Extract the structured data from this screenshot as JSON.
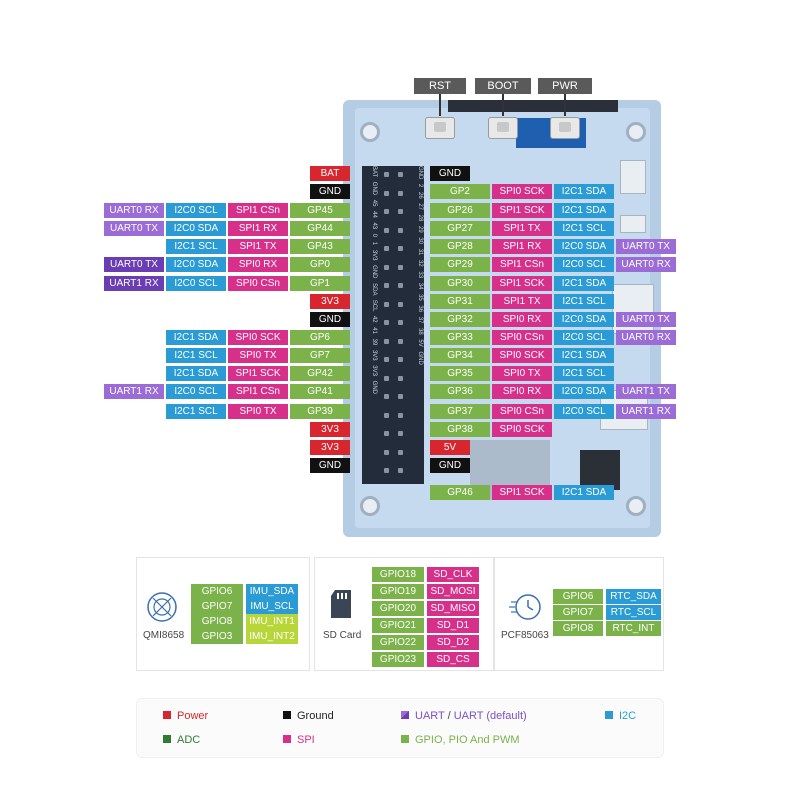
{
  "buttons": [
    "RST",
    "BOOT",
    "PWR"
  ],
  "left_rows": [
    [
      {
        "t": "BAT",
        "c": "pwr"
      }
    ],
    [
      {
        "t": "GND",
        "c": "gnd"
      }
    ],
    [
      {
        "t": "UART0 RX",
        "c": "uart"
      },
      {
        "t": "I2C0 SCL",
        "c": "i2c"
      },
      {
        "t": "SPI1 CSn",
        "c": "spi"
      },
      {
        "t": "GP45",
        "c": "gp"
      }
    ],
    [
      {
        "t": "UART0 TX",
        "c": "uart"
      },
      {
        "t": "I2C0 SDA",
        "c": "i2c"
      },
      {
        "t": "SPI1 RX",
        "c": "spi"
      },
      {
        "t": "GP44",
        "c": "gp"
      }
    ],
    [
      {
        "t": "I2C1 SCL",
        "c": "i2c"
      },
      {
        "t": "SPI1 TX",
        "c": "spi"
      },
      {
        "t": "GP43",
        "c": "gp"
      }
    ],
    [
      {
        "t": "UART0 TX",
        "c": "uartd"
      },
      {
        "t": "I2C0 SDA",
        "c": "i2c"
      },
      {
        "t": "SPI0 RX",
        "c": "spi"
      },
      {
        "t": "GP0",
        "c": "gp"
      }
    ],
    [
      {
        "t": "UART1 RX",
        "c": "uartd"
      },
      {
        "t": "I2C0 SCL",
        "c": "i2c"
      },
      {
        "t": "SPI0 CSn",
        "c": "spi"
      },
      {
        "t": "GP1",
        "c": "gp"
      }
    ],
    [
      {
        "t": "3V3",
        "c": "pwr"
      }
    ],
    [
      {
        "t": "GND",
        "c": "gnd"
      }
    ],
    [
      {
        "t": "I2C1 SDA",
        "c": "i2c"
      },
      {
        "t": "SPI0 SCK",
        "c": "spi"
      },
      {
        "t": "GP6",
        "c": "gp"
      }
    ],
    [
      {
        "t": "I2C1 SCL",
        "c": "i2c"
      },
      {
        "t": "SPI0 TX",
        "c": "spi"
      },
      {
        "t": "GP7",
        "c": "gp"
      }
    ],
    [
      {
        "t": "I2C1 SDA",
        "c": "i2c"
      },
      {
        "t": "SPI1 SCK",
        "c": "spi"
      },
      {
        "t": "GP42",
        "c": "gp"
      }
    ],
    [
      {
        "t": "UART1 RX",
        "c": "uart"
      },
      {
        "t": "I2C0 SCL",
        "c": "i2c"
      },
      {
        "t": "SPI1 CSn",
        "c": "spi"
      },
      {
        "t": "GP41",
        "c": "gp"
      }
    ],
    [
      {
        "t": "I2C1 SCL",
        "c": "i2c"
      },
      {
        "t": "SPI0 TX",
        "c": "spi"
      },
      {
        "t": "GP39",
        "c": "gp"
      }
    ],
    [
      {
        "t": "3V3",
        "c": "pwr"
      }
    ],
    [
      {
        "t": "3V3",
        "c": "pwr"
      }
    ],
    [
      {
        "t": "GND",
        "c": "gnd"
      }
    ]
  ],
  "right_rows": [
    [
      {
        "t": "GND",
        "c": "gnd"
      }
    ],
    [
      {
        "t": "GP2",
        "c": "gp"
      },
      {
        "t": "SPI0 SCK",
        "c": "spi"
      },
      {
        "t": "I2C1 SDA",
        "c": "i2c"
      }
    ],
    [
      {
        "t": "GP26",
        "c": "gp"
      },
      {
        "t": "SPI1 SCK",
        "c": "spi"
      },
      {
        "t": "I2C1 SDA",
        "c": "i2c"
      }
    ],
    [
      {
        "t": "GP27",
        "c": "gp"
      },
      {
        "t": "SPI1 TX",
        "c": "spi"
      },
      {
        "t": "I2C1 SCL",
        "c": "i2c"
      }
    ],
    [
      {
        "t": "GP28",
        "c": "gp"
      },
      {
        "t": "SPI1 RX",
        "c": "spi"
      },
      {
        "t": "I2C0 SDA",
        "c": "i2c"
      },
      {
        "t": "UART0 TX",
        "c": "uart"
      }
    ],
    [
      {
        "t": "GP29",
        "c": "gp"
      },
      {
        "t": "SPI1 CSn",
        "c": "spi"
      },
      {
        "t": "I2C0 SCL",
        "c": "i2c"
      },
      {
        "t": "UART0 RX",
        "c": "uart"
      }
    ],
    [
      {
        "t": "GP30",
        "c": "gp"
      },
      {
        "t": "SPI1 SCK",
        "c": "spi"
      },
      {
        "t": "I2C1 SDA",
        "c": "i2c"
      }
    ],
    [
      {
        "t": "GP31",
        "c": "gp"
      },
      {
        "t": "SPI1 TX",
        "c": "spi"
      },
      {
        "t": "I2C1 SCL",
        "c": "i2c"
      }
    ],
    [
      {
        "t": "GP32",
        "c": "gp"
      },
      {
        "t": "SPI0 RX",
        "c": "spi"
      },
      {
        "t": "I2C0 SDA",
        "c": "i2c"
      },
      {
        "t": "UART0 TX",
        "c": "uart"
      }
    ],
    [
      {
        "t": "GP33",
        "c": "gp"
      },
      {
        "t": "SPI0 CSn",
        "c": "spi"
      },
      {
        "t": "I2C0 SCL",
        "c": "i2c"
      },
      {
        "t": "UART0 RX",
        "c": "uart"
      }
    ],
    [
      {
        "t": "GP34",
        "c": "gp"
      },
      {
        "t": "SPI0 SCK",
        "c": "spi"
      },
      {
        "t": "I2C1 SDA",
        "c": "i2c"
      }
    ],
    [
      {
        "t": "GP35",
        "c": "gp"
      },
      {
        "t": "SPI0 TX",
        "c": "spi"
      },
      {
        "t": "I2C1 SCL",
        "c": "i2c"
      }
    ],
    [
      {
        "t": "GP36",
        "c": "gp"
      },
      {
        "t": "SPI0 RX",
        "c": "spi"
      },
      {
        "t": "I2C0 SDA",
        "c": "i2c"
      },
      {
        "t": "UART1 TX",
        "c": "uart"
      }
    ],
    [
      {
        "t": "GP37",
        "c": "gp"
      },
      {
        "t": "SPI0 CSn",
        "c": "spi"
      },
      {
        "t": "I2C0 SCL",
        "c": "i2c"
      },
      {
        "t": "UART1 RX",
        "c": "uart"
      }
    ],
    [
      {
        "t": "GP38",
        "c": "gp"
      },
      {
        "t": "SPI0 SCK",
        "c": "spi"
      }
    ],
    [
      {
        "t": "5V",
        "c": "pwr"
      }
    ],
    [
      {
        "t": "GND",
        "c": "gnd"
      }
    ],
    [
      {
        "t": "GP46",
        "c": "gp"
      },
      {
        "t": "SPI1 SCK",
        "c": "spi"
      },
      {
        "t": "I2C1 SDA",
        "c": "i2c"
      }
    ]
  ],
  "header_left_text": "GND 3V3 3V3 39 41 42 SCL SDA GND 3V3 1 0 43 44 45 GND BAT",
  "header_right_text": "GND 2 26 27 28 29 30 31 32 33 34 35 36 37 38 5V GND",
  "panels": {
    "imu": {
      "name": "QMI8658",
      "rows": [
        [
          "GPIO6",
          "IMU_SDA"
        ],
        [
          "GPIO7",
          "IMU_SCL"
        ],
        [
          "GPIO8",
          "IMU_INT1"
        ],
        [
          "GPIO3",
          "IMU_INT2"
        ]
      ]
    },
    "sd": {
      "name": "SD Card",
      "rows": [
        [
          "GPIO18",
          "SD_CLK"
        ],
        [
          "GPIO19",
          "SD_MOSI"
        ],
        [
          "GPIO20",
          "SD_MISO"
        ],
        [
          "GPIO21",
          "SD_D1"
        ],
        [
          "GPIO22",
          "SD_D2"
        ],
        [
          "GPIO23",
          "SD_CS"
        ]
      ]
    },
    "rtc": {
      "name": "PCF85063",
      "rows": [
        [
          "GPIO6",
          "RTC_SDA"
        ],
        [
          "GPIO7",
          "RTC_SCL"
        ],
        [
          "GPIO8",
          "RTC_INT"
        ]
      ]
    }
  },
  "legend": {
    "power": "Power",
    "ground": "Ground",
    "uart_a": "UART",
    "uart_sep": "/",
    "uart_b": "UART (default)",
    "i2c": "I2C",
    "adc": "ADC",
    "spi": "SPI",
    "gpio": "GPIO, PIO And PWM"
  },
  "colors": {
    "gp": "#7bb24a",
    "spi": "#d6308a",
    "i2c": "#2a9bd5",
    "uart": "#9b6cd6",
    "uartd": "#6a3db2",
    "pwr": "#d8262e",
    "gnd": "#111111",
    "adc": "#2e7d32"
  }
}
